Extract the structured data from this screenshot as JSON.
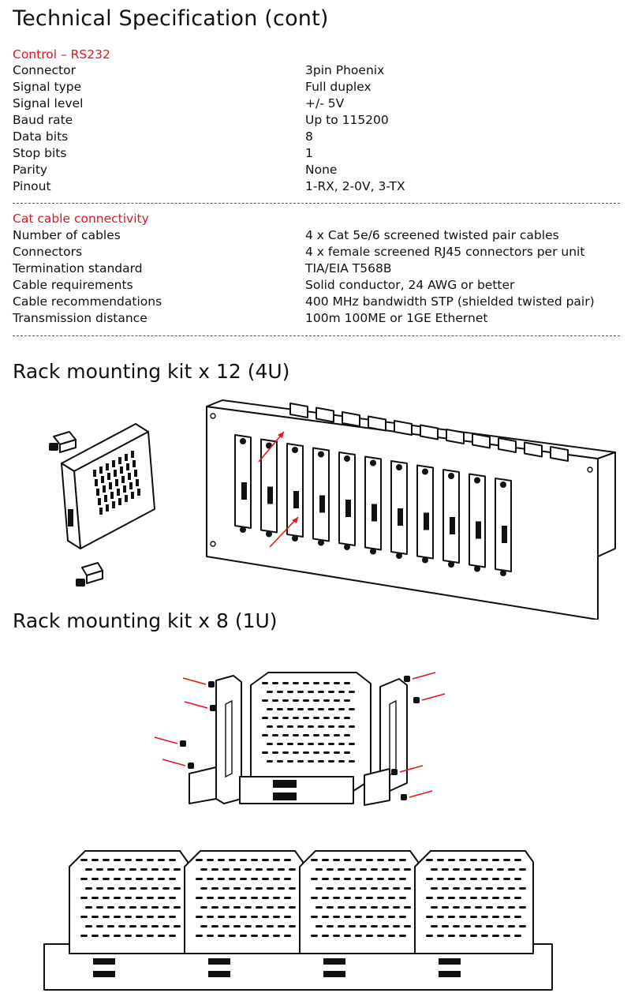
{
  "page": {
    "title": "Technical Specification (cont)"
  },
  "rs232": {
    "heading": "Control – RS232",
    "rows": [
      {
        "label": "Connector",
        "value": "3pin Phoenix"
      },
      {
        "label": "Signal type",
        "value": "Full duplex"
      },
      {
        "label": "Signal level",
        "value": "+/- 5V"
      },
      {
        "label": "Baud rate",
        "value": "Up to 115200"
      },
      {
        "label": "Data bits",
        "value": "8"
      },
      {
        "label": "Stop bits",
        "value": "1"
      },
      {
        "label": "Parity",
        "value": "None"
      },
      {
        "label": "Pinout",
        "value": "1-RX, 2-0V, 3-TX"
      }
    ]
  },
  "cat": {
    "heading": "Cat cable connectivity",
    "rows": [
      {
        "label": "Number of cables",
        "value": "4 x Cat 5e/6 screened twisted pair cables"
      },
      {
        "label": "Connectors",
        "value": "4 x female screened RJ45 connectors per unit"
      },
      {
        "label": "Termination standard",
        "value": "TIA/EIA T568B"
      },
      {
        "label": "Cable requirements",
        "value": "Solid conductor, 24 AWG or better"
      },
      {
        "label": "Cable recommendations",
        "value": "400 MHz bandwidth STP (shielded twisted pair)"
      },
      {
        "label": "Transmission distance",
        "value": "100m 100ME or 1GE Ethernet"
      }
    ]
  },
  "rack4u": {
    "heading": "Rack mounting kit x 12 (4U)"
  },
  "rack1u": {
    "heading": "Rack mounting kit x 8 (1U)"
  },
  "colors": {
    "accent": "#e3141b",
    "text": "#111111"
  }
}
